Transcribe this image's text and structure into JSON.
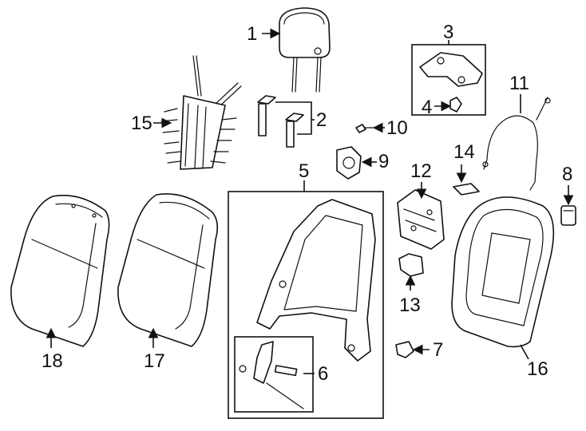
{
  "callouts": {
    "c1": "1",
    "c2": "2",
    "c3": "3",
    "c4": "4",
    "c5": "5",
    "c6": "6",
    "c7": "7",
    "c8": "8",
    "c9": "9",
    "c10": "10",
    "c11": "11",
    "c12": "12",
    "c13": "13",
    "c14": "14",
    "c15": "15",
    "c16": "16",
    "c17": "17",
    "c18": "18"
  },
  "colors": {
    "line": "#111111",
    "background": "#ffffff",
    "fill_shade": "#d9d9d9"
  }
}
